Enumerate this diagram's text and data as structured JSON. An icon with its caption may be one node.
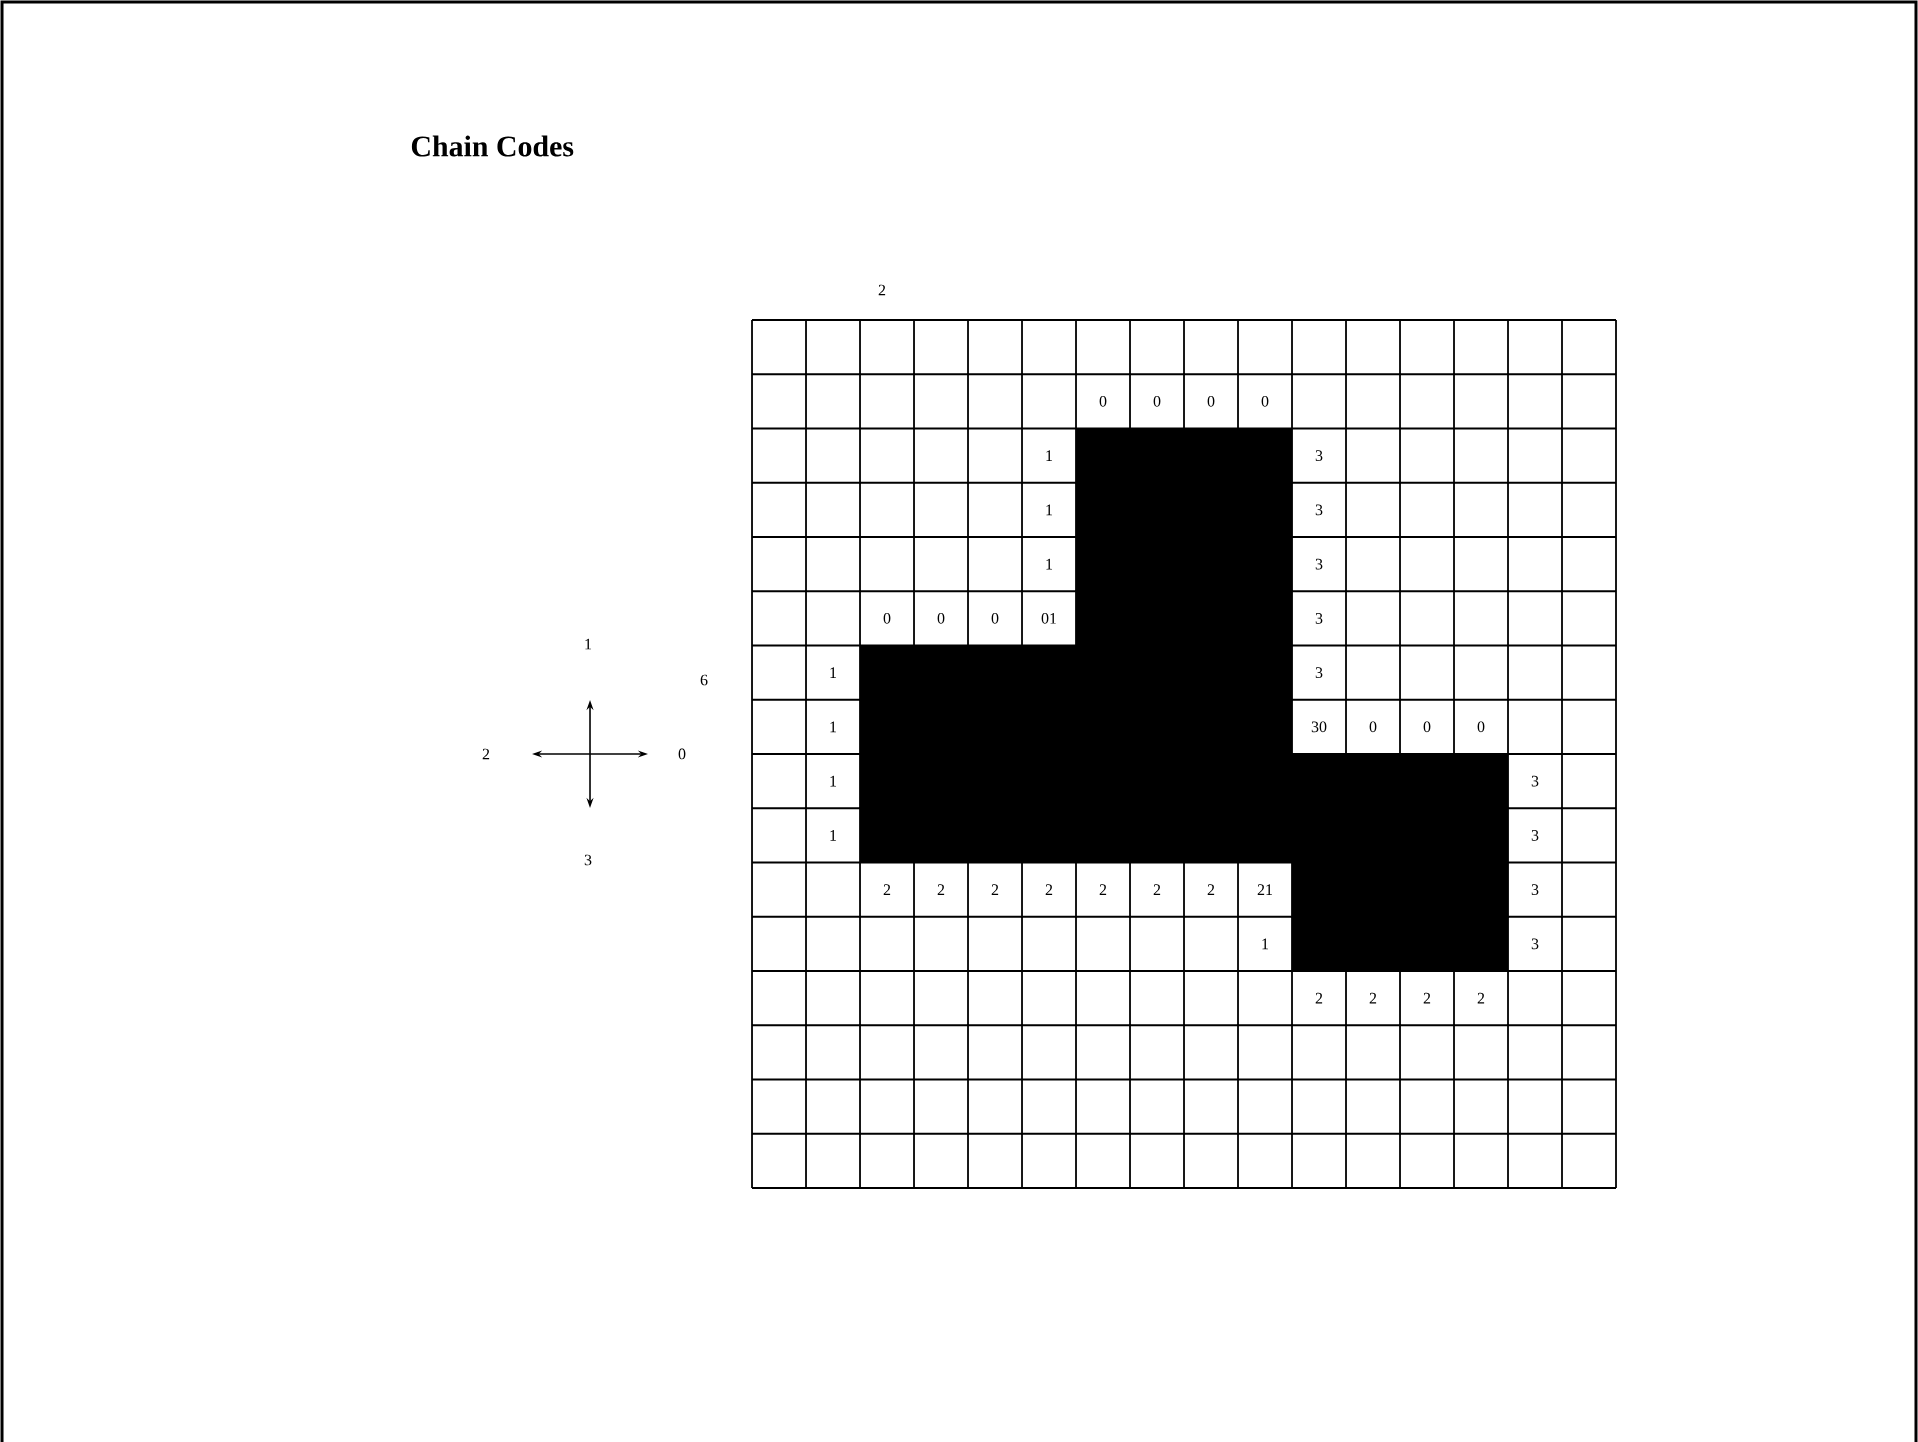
{
  "diagram": {
    "title": "Chain Codes",
    "labels": [
      "2",
      "0",
      "0",
      "0",
      "0",
      "1",
      "3",
      "1",
      "3",
      "1",
      "3",
      "0",
      "0",
      "0",
      "01",
      "3",
      "1",
      "6",
      "1",
      "3",
      "1",
      "30",
      "0",
      "0",
      "0",
      "2",
      "0",
      "1",
      "3",
      "1",
      "3",
      "3",
      "2",
      "2",
      "2",
      "2",
      "2",
      "2",
      "2",
      "21",
      "3",
      "1",
      "3",
      "2",
      "2",
      "2",
      "2"
    ]
  }
}
